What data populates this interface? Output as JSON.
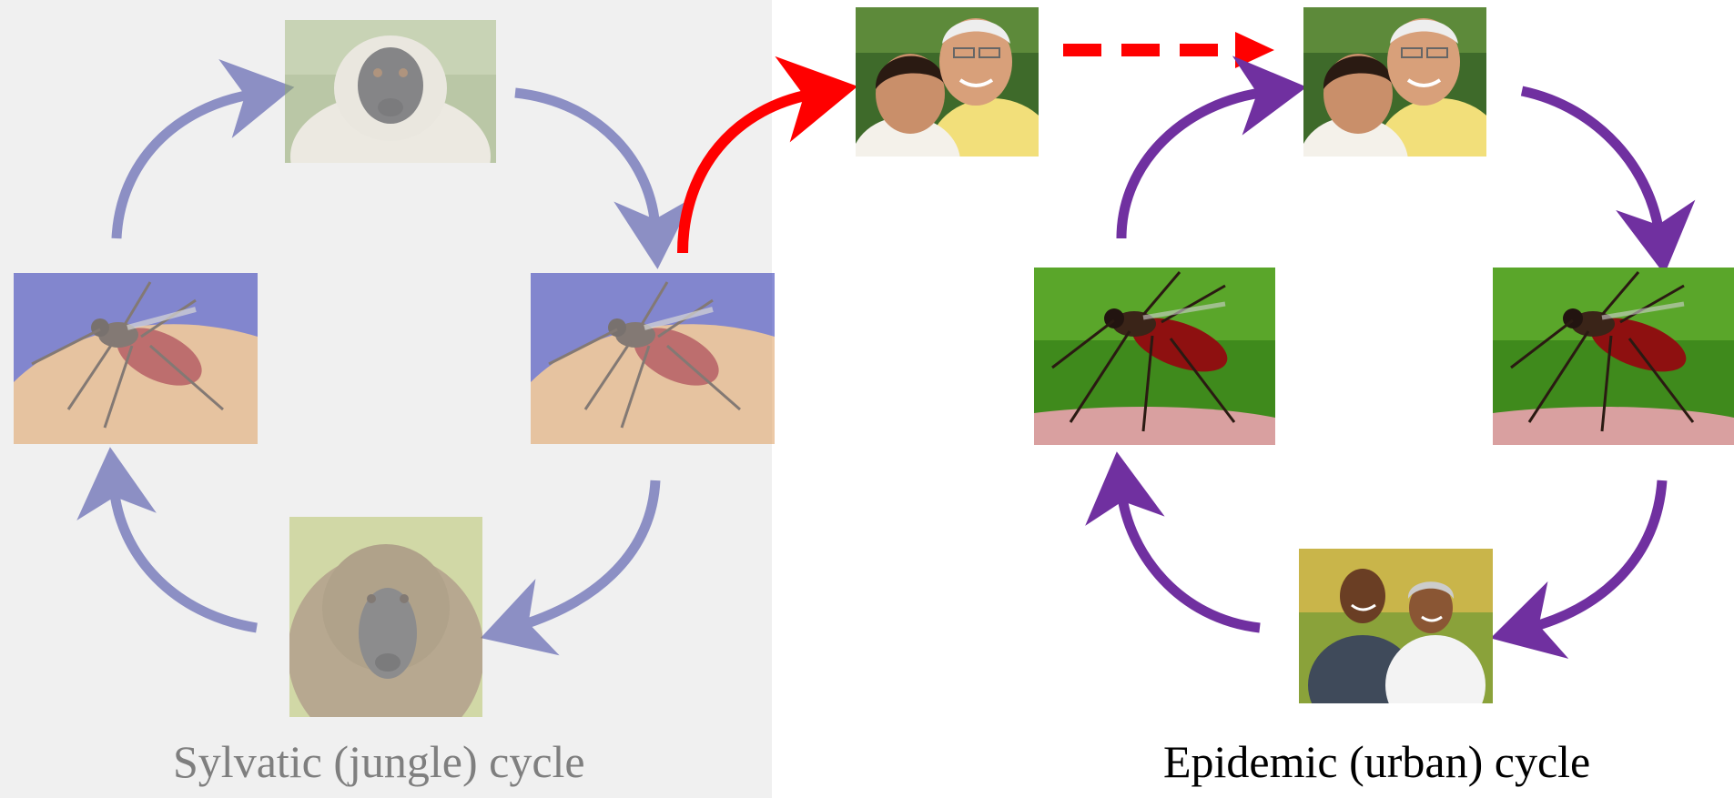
{
  "sylvatic": {
    "caption": "Sylvatic (jungle) cycle",
    "caption_color": "#7f7f7f",
    "panel_color": "#f0f0f0",
    "arrow_color": "#8c8fc4",
    "nodes": [
      "monkey",
      "mosquito",
      "baboon",
      "mosquito"
    ]
  },
  "epidemic": {
    "caption": "Epidemic (urban) cycle",
    "caption_color": "#000000",
    "arrow_color": "#7030a0",
    "nodes": [
      "elderly-couple",
      "mosquito",
      "couple",
      "mosquito"
    ]
  },
  "spillover": {
    "arrow_color": "#ff0000",
    "dashed_color": "#ff0000"
  },
  "icons": [
    "monkey-photo",
    "baboon-photo",
    "mosquito-photo",
    "elderly-couple-photo",
    "couple-photo"
  ]
}
